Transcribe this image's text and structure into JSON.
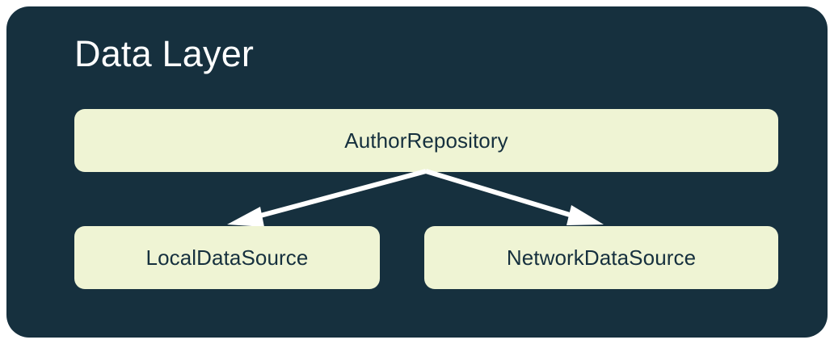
{
  "diagram": {
    "type": "architecture-layer-diagram",
    "title": "Data Layer",
    "panel_color": "#16303E",
    "node_color": "#EFF4D4",
    "node_text_color": "#16303E",
    "title_color": "#FFFFFF",
    "edge_color": "#FFFFFF",
    "page_background": "#FFFFFF",
    "nodes": [
      {
        "id": "author-repository",
        "label": "AuthorRepository",
        "role": "repository",
        "level": 0
      },
      {
        "id": "local-data-source",
        "label": "LocalDataSource",
        "role": "data-source",
        "level": 1
      },
      {
        "id": "network-data-source",
        "label": "NetworkDataSource",
        "role": "data-source",
        "level": 1
      }
    ],
    "edges": [
      {
        "id": "edge-repository-to-local",
        "from": "author-repository",
        "to": "local-data-source",
        "style": "solid-arrow",
        "direction": "down-left"
      },
      {
        "id": "edge-repository-to-network",
        "from": "author-repository",
        "to": "network-data-source",
        "style": "solid-arrow",
        "direction": "down-right"
      }
    ]
  }
}
